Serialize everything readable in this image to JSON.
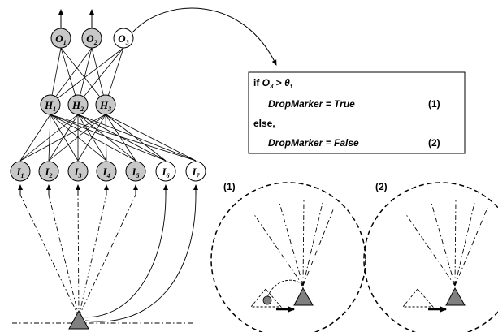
{
  "network": {
    "outputs": [
      {
        "sym": "O",
        "sub": "1"
      },
      {
        "sym": "O",
        "sub": "2"
      },
      {
        "sym": "O",
        "sub": "3"
      }
    ],
    "hidden": [
      {
        "sym": "H",
        "sub": "1"
      },
      {
        "sym": "H",
        "sub": "2"
      },
      {
        "sym": "H",
        "sub": "3"
      }
    ],
    "inputs": [
      {
        "sym": "I",
        "sub": "1"
      },
      {
        "sym": "I",
        "sub": "2"
      },
      {
        "sym": "I",
        "sub": "3"
      },
      {
        "sym": "I",
        "sub": "4"
      },
      {
        "sym": "I",
        "sub": "5"
      },
      {
        "sym": "I",
        "sub": "6"
      },
      {
        "sym": "I",
        "sub": "7"
      }
    ]
  },
  "rule": {
    "line1_if": "if ",
    "line1_o": "O",
    "line1_sub": "3",
    "line1_rest": " > ",
    "line1_theta": "θ",
    "line1_comma": ",",
    "line2": "DropMarker = True",
    "line2_num": "(1)",
    "line3": "else,",
    "line4": "DropMarker = False",
    "line4_num": "(2)"
  },
  "panels": {
    "panel1_label": "(1)",
    "panel2_label": "(2)"
  },
  "colors": {
    "node_fill": "#c8c8c8",
    "robot_fill": "#808080",
    "stroke": "#000000"
  }
}
